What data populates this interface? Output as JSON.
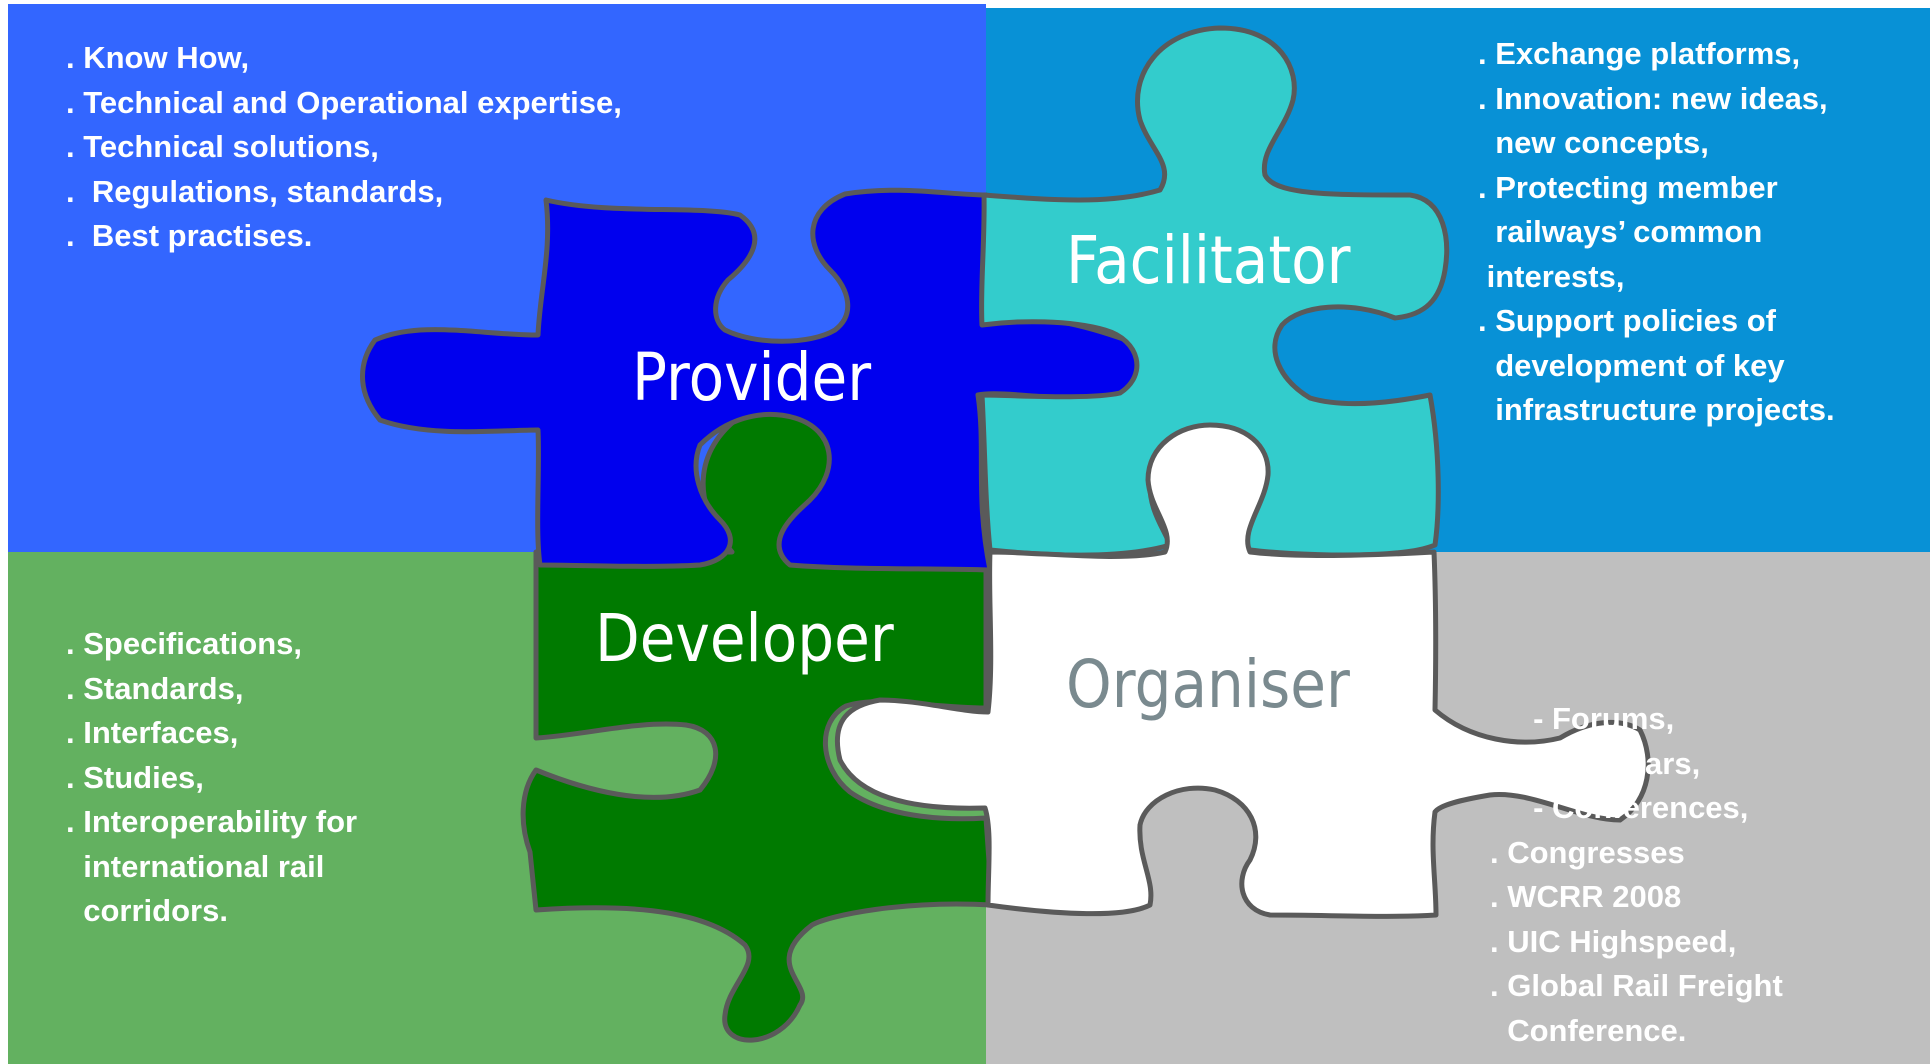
{
  "colors": {
    "provider_background": "#3366ff",
    "facilitator_background": "#0891d6",
    "developer_background": "#63b160",
    "organiser_background": "#bfbfbf",
    "provider_piece": "#0000ee",
    "facilitator_piece": "#33cccc",
    "developer_piece": "#007a00",
    "organiser_piece": "#ffffff",
    "piece_outline": "#5a5a5a"
  },
  "pieces": {
    "provider": "Provider",
    "facilitator": "Facilitator",
    "developer": "Developer",
    "organiser": "Organiser"
  },
  "provider_items": [
    ". Know How,",
    ". Technical and Operational expertise,",
    ". Technical solutions,",
    ".  Regulations, standards,",
    ".  Best practises."
  ],
  "facilitator_items": [
    ". Exchange platforms,",
    ". Innovation: new ideas,",
    "  new concepts,",
    ". Protecting member",
    "  railways’ common",
    " interests,",
    ". Support policies of",
    "  development of key",
    "  infrastructure projects."
  ],
  "developer_items": [
    ". Specifications,",
    ". Standards,",
    ". Interfaces,",
    ". Studies,",
    ". Interoperability for",
    "  international rail",
    "  corridors."
  ],
  "organiser_items": [
    "     - Forums,",
    "     - Seminars,",
    "     - Conferences,",
    ". Congresses",
    ". WCRR 2008",
    ". UIC Highspeed,",
    ". Global Rail Freight",
    "  Conference."
  ]
}
